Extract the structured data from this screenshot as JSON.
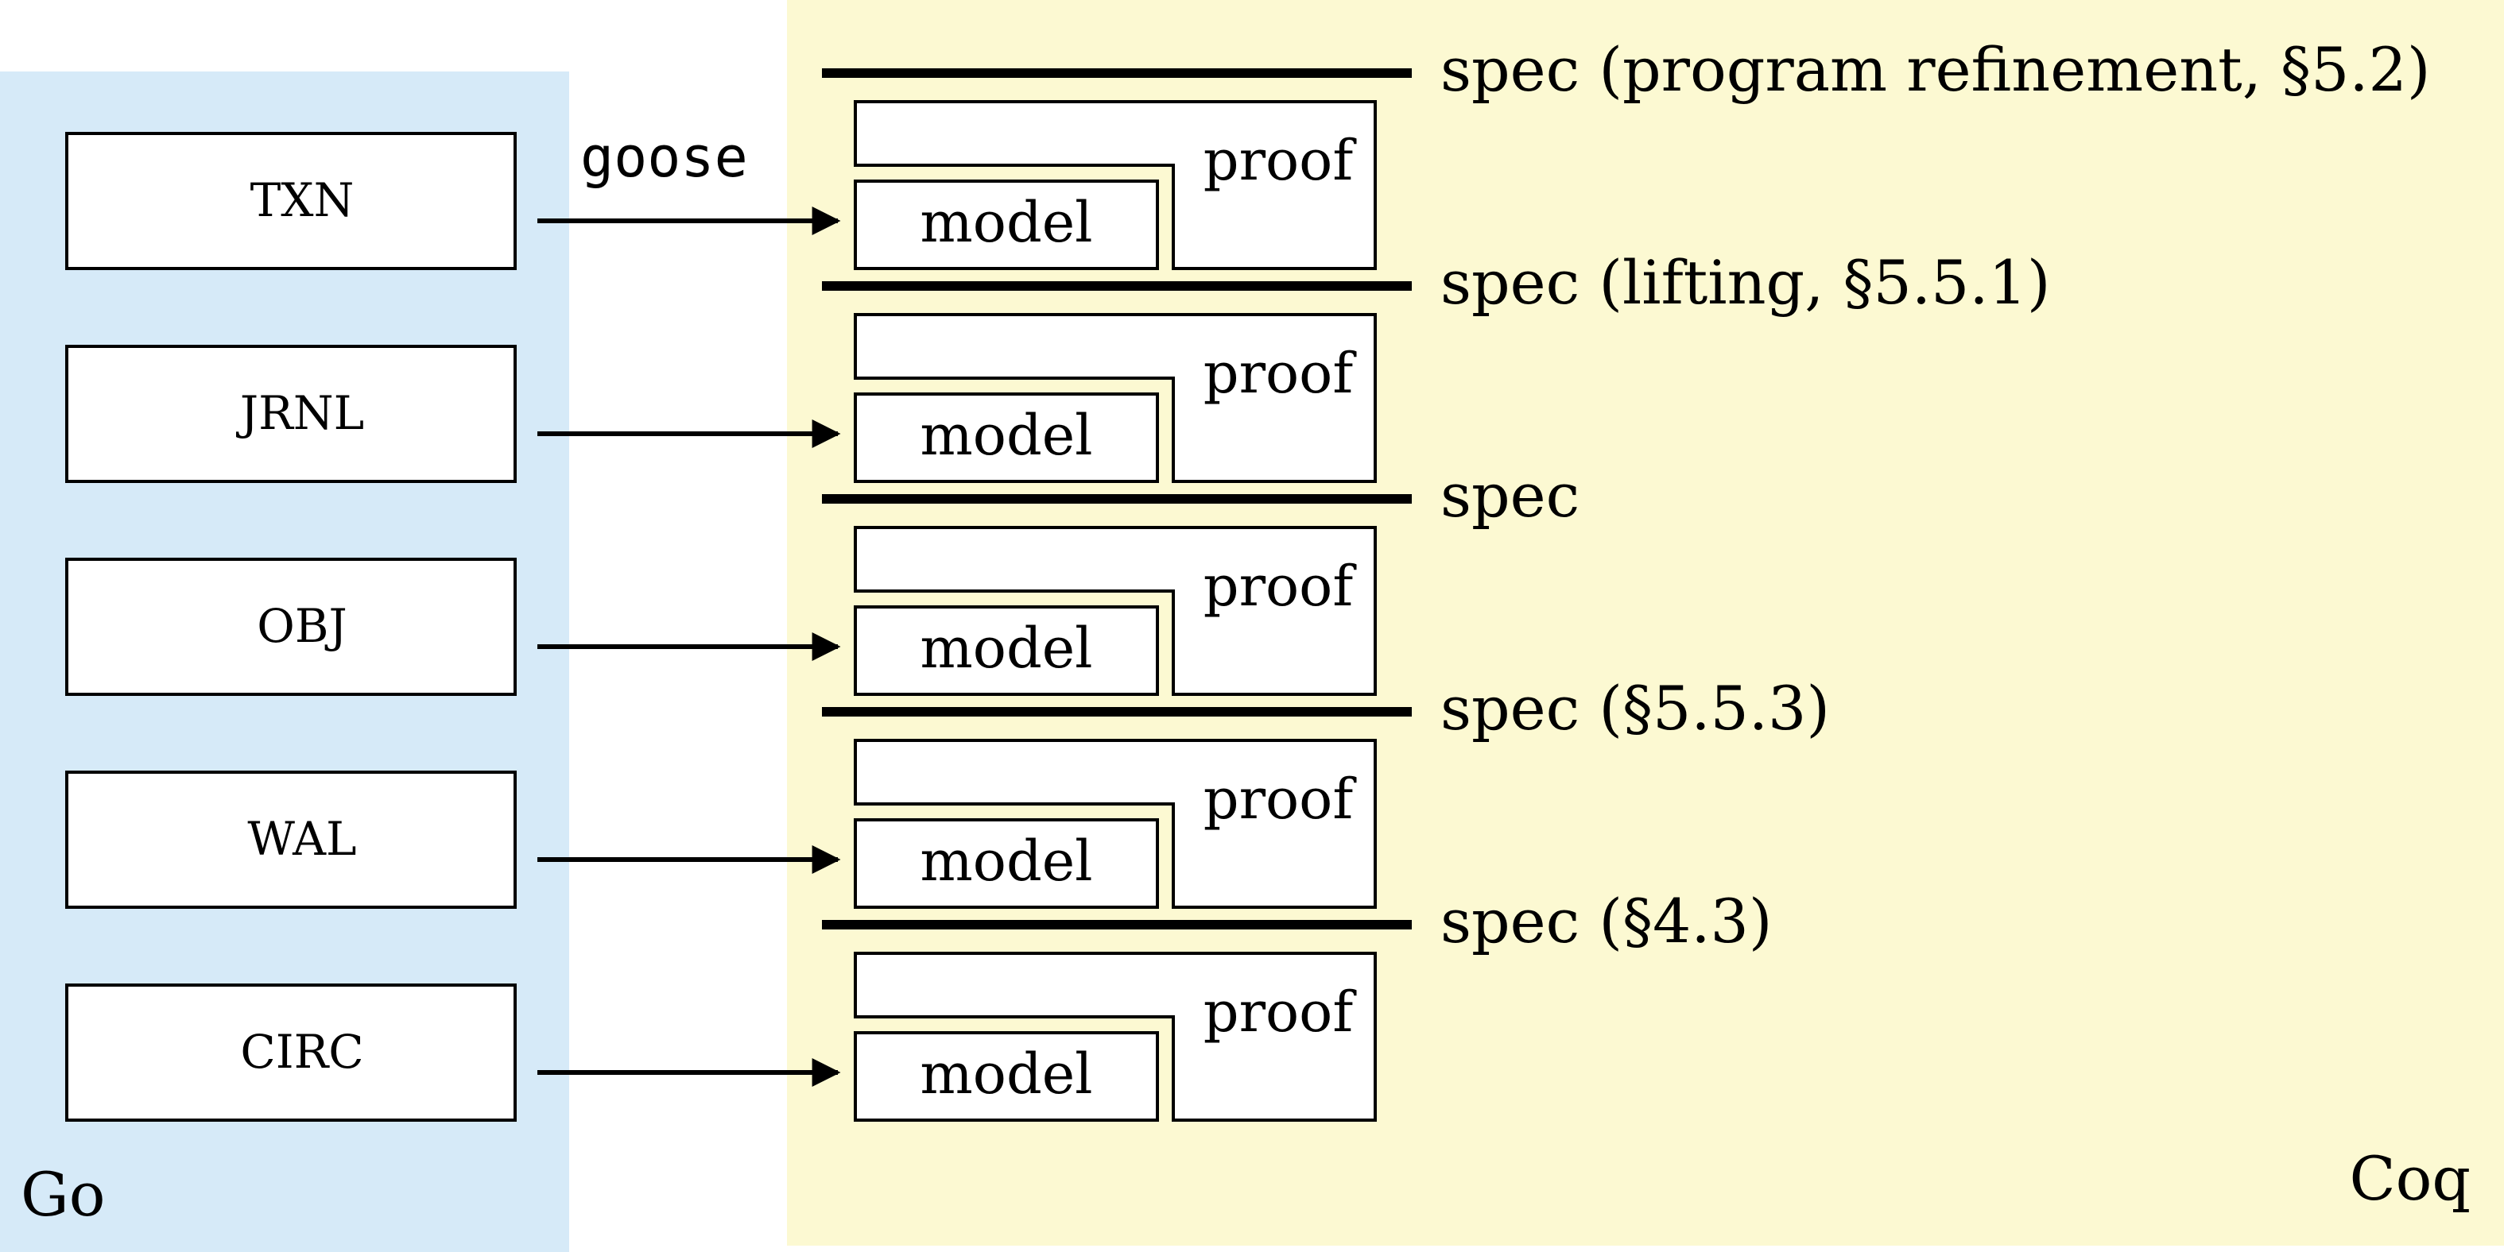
{
  "regions": {
    "go_label": "Go",
    "coq_label": "Coq",
    "go_color": "#d6eaf8",
    "coq_color": "#fcf9d2"
  },
  "translator_label": "goose",
  "layers": [
    {
      "package": "TXN",
      "model": "model",
      "proof": "proof",
      "spec": "spec (program refinement, §5.2)"
    },
    {
      "package": "JRNL",
      "model": "model",
      "proof": "proof",
      "spec": "spec (lifting, §5.5.1)"
    },
    {
      "package": "OBJ",
      "model": "model",
      "proof": "proof",
      "spec": "spec"
    },
    {
      "package": "WAL",
      "model": "model",
      "proof": "proof",
      "spec": "spec (§5.5.3)"
    },
    {
      "package": "CIRC",
      "model": "model",
      "proof": "proof",
      "spec": "spec (§4.3)"
    }
  ]
}
